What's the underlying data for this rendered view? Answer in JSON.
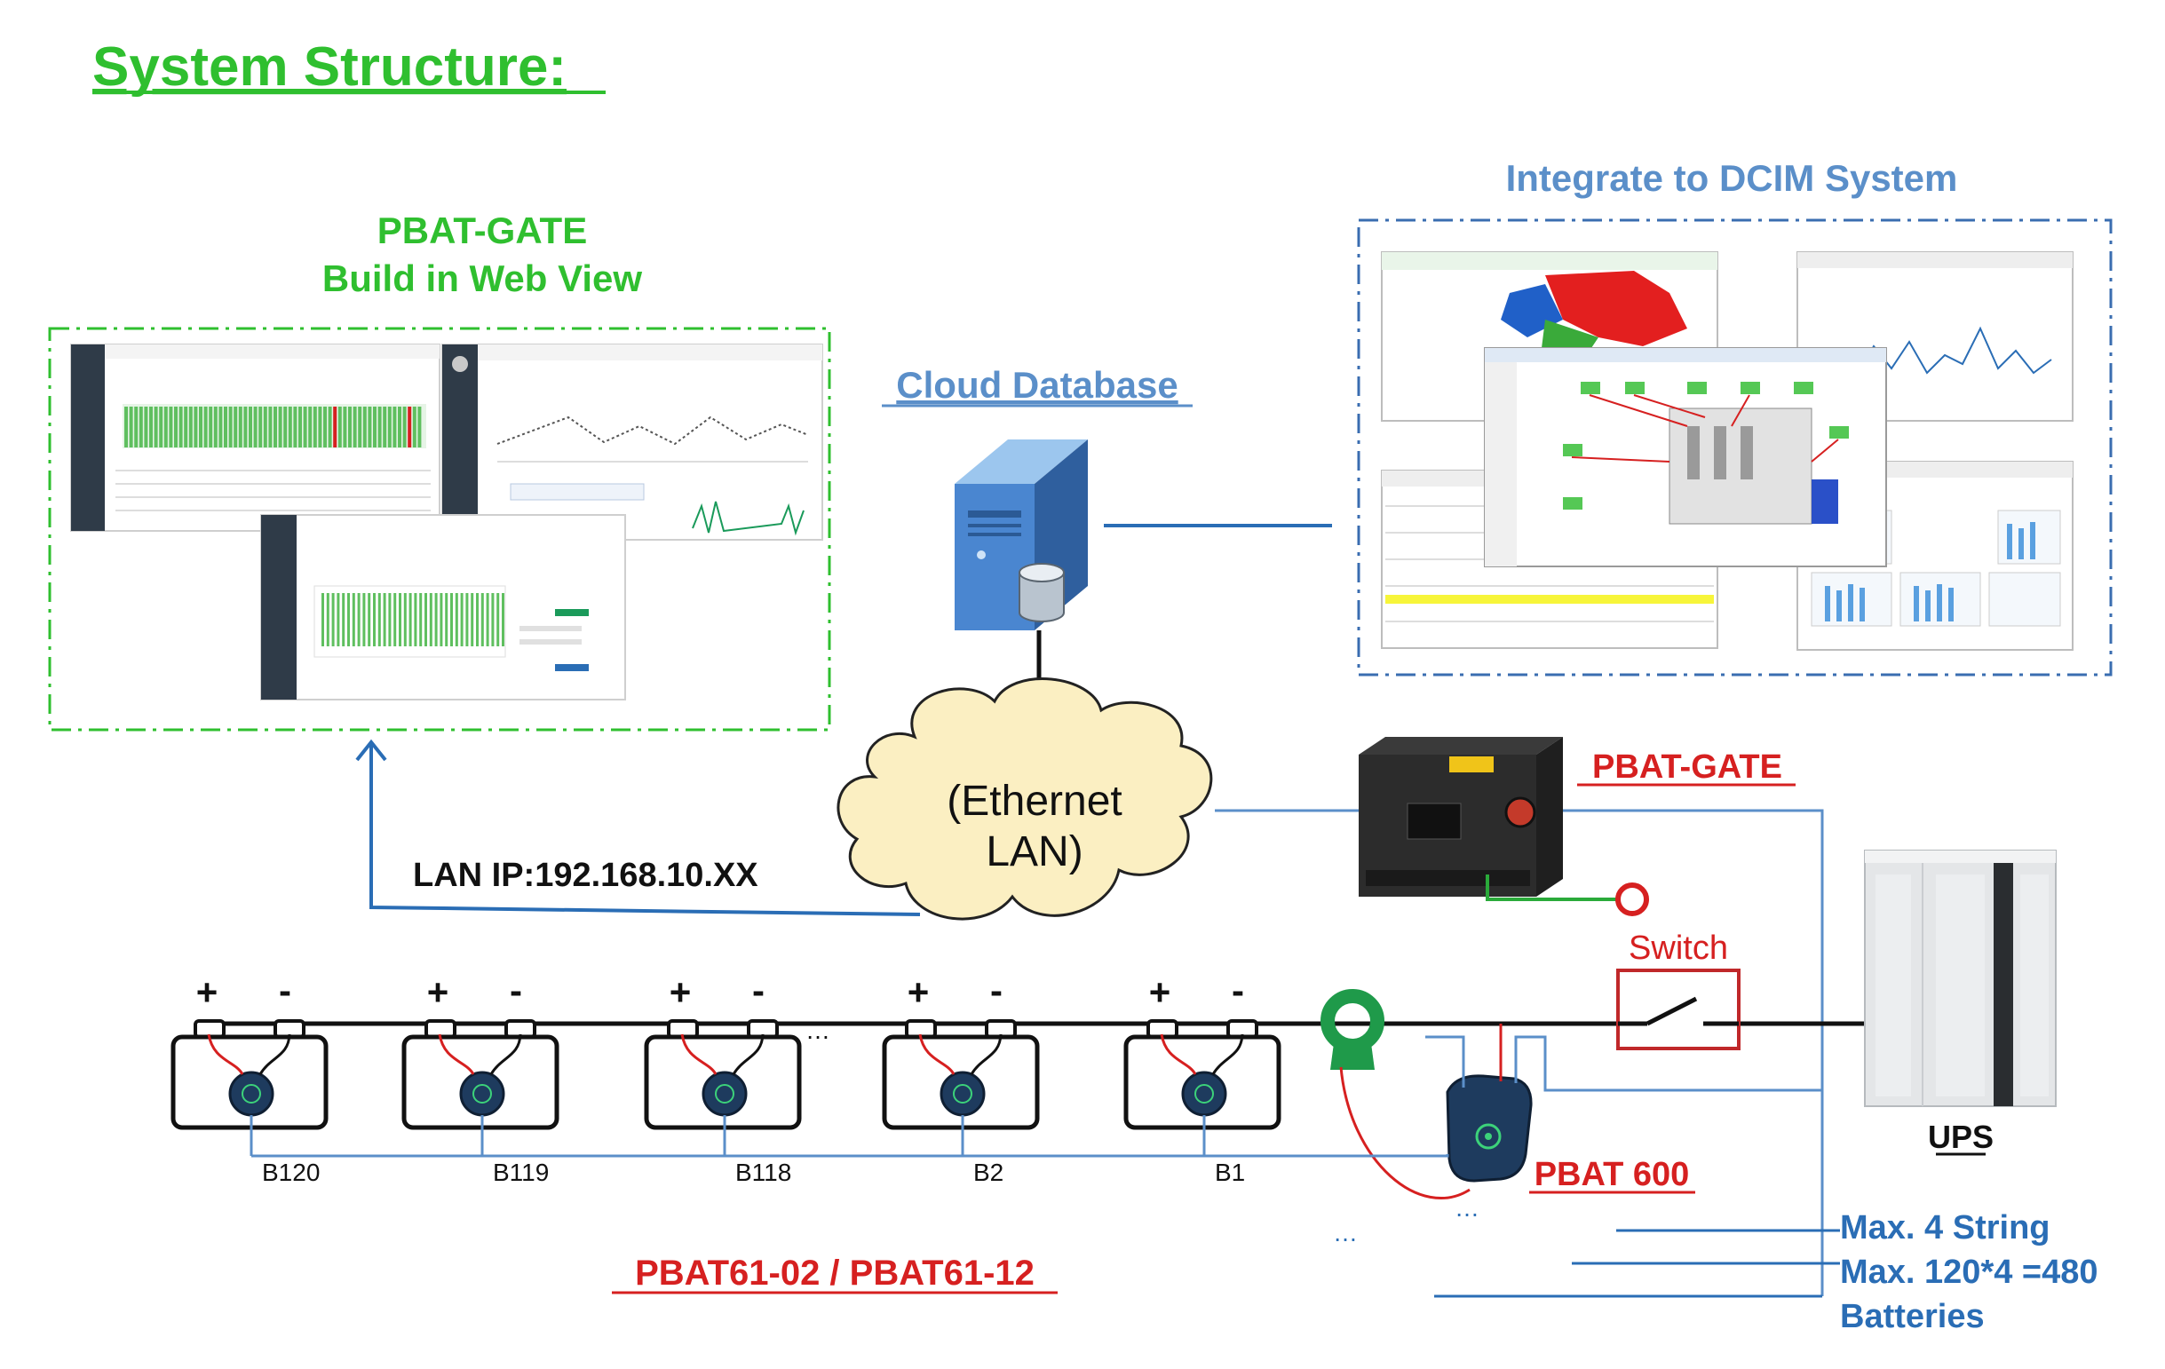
{
  "title": "System Structure:",
  "web_view": {
    "line1": "PBAT-GATE",
    "line2": "Build in Web View"
  },
  "dcim_label": "Integrate to DCIM System",
  "cloud_database_label": "Cloud Database",
  "ethernet": {
    "line1": "(Ethernet",
    "line2": "LAN)"
  },
  "lan_ip": "LAN IP:192.168.10.XX",
  "gate_label": "PBAT-GATE",
  "switch_label": "Switch",
  "ups_label": "UPS",
  "pbat600_label": "PBAT 600",
  "sensor_label": "PBAT61-02 / PBAT61-12",
  "batteries": [
    {
      "id": "B120",
      "plus": "+",
      "minus": "-"
    },
    {
      "id": "B119",
      "plus": "+",
      "minus": "-"
    },
    {
      "id": "B118",
      "plus": "+",
      "minus": "-"
    },
    {
      "id": "B2",
      "plus": "+",
      "minus": "-"
    },
    {
      "id": "B1",
      "plus": "+",
      "minus": "-"
    }
  ],
  "ellipsis": "…",
  "max_info": {
    "line1": "Max. 4 String",
    "line2": "Max. 120*4 =480",
    "line3": "Batteries"
  },
  "colors": {
    "green": "#2fbf2f",
    "blue_label": "#5b8fc9",
    "red": "#d62020",
    "line_blue": "#2a6db5",
    "dcim_frame": "#3a6db0"
  }
}
